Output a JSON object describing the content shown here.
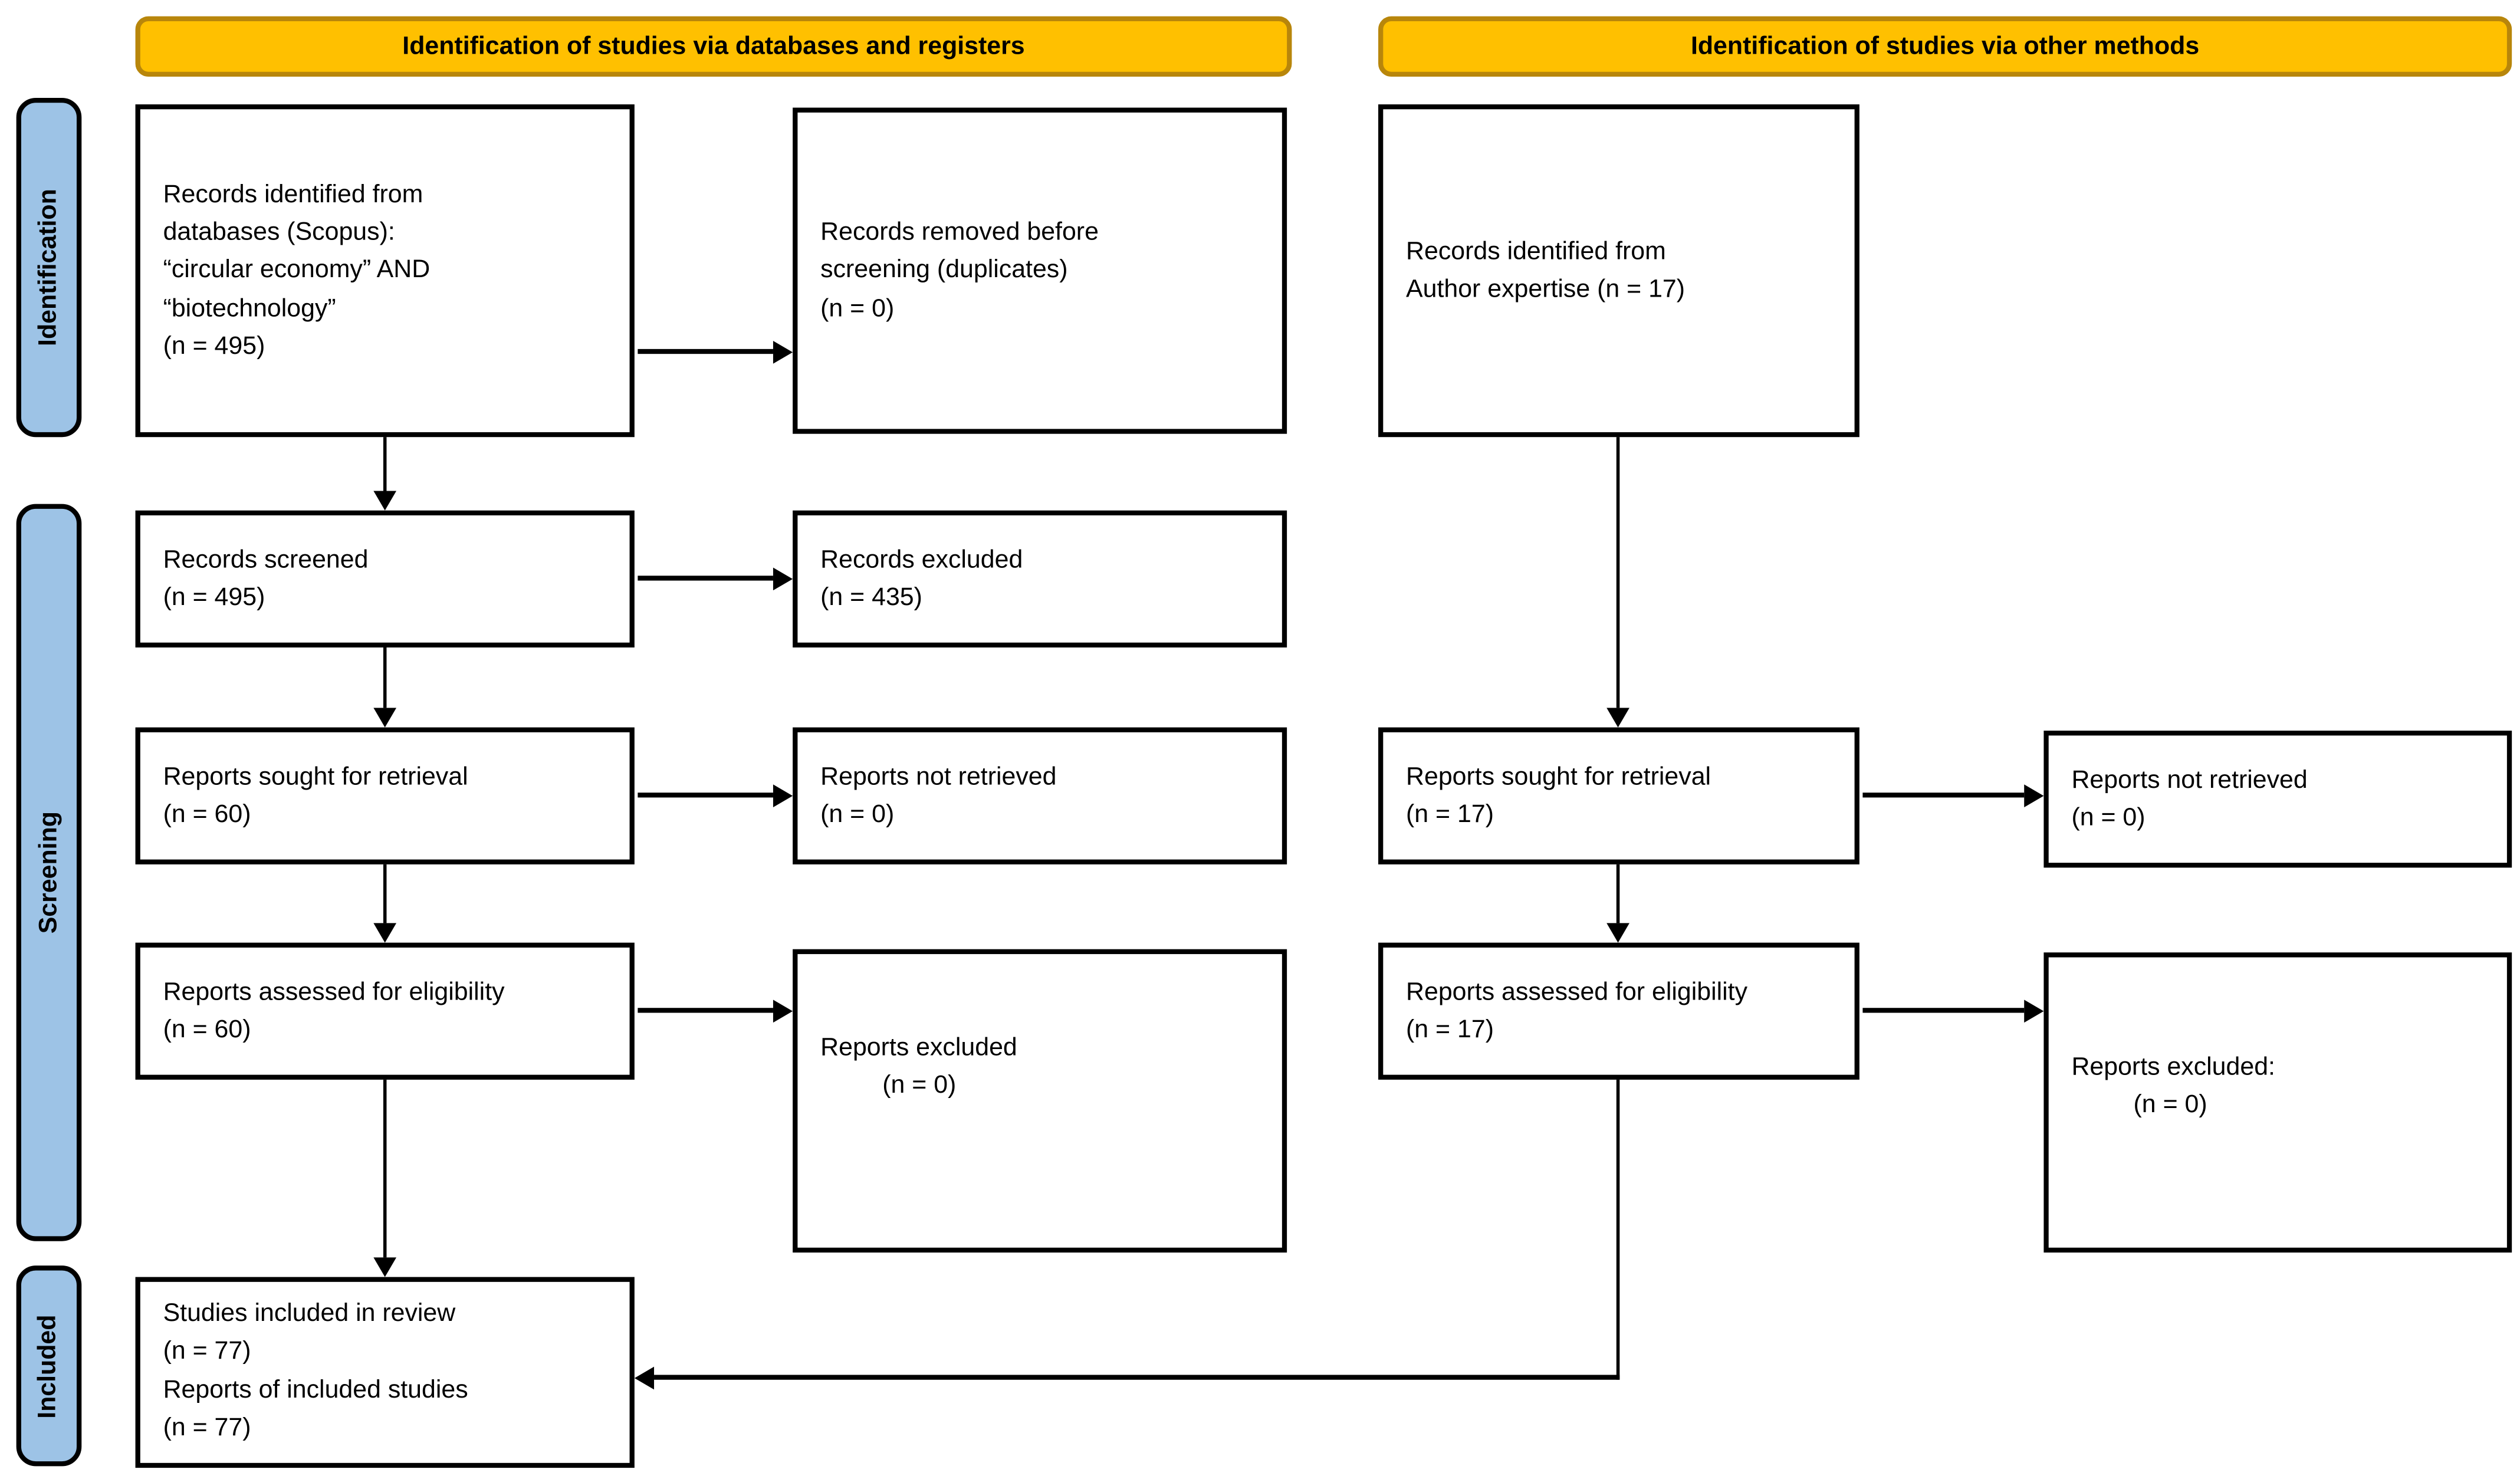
{
  "colors": {
    "banner_fill": "#FFC000",
    "banner_border": "#B8860B",
    "stage_label_fill": "#9DC3E6",
    "box_border": "#000000",
    "line_color": "#000000"
  },
  "banners": {
    "databases": "Identification of studies via databases and registers",
    "other_methods": "Identification of studies via other methods"
  },
  "stages": {
    "identification": "Identification",
    "screening": "Screening",
    "included": "Included"
  },
  "boxes": {
    "db_identified": {
      "lines": [
        "Records identified from",
        "databases (Scopus):",
        "“circular economy” AND",
        "“biotechnology”",
        "(n = 495)"
      ]
    },
    "db_removed": {
      "lines": [
        "Records removed before",
        "screening (duplicates)",
        "(n = 0)"
      ]
    },
    "other_identified": {
      "lines": [
        "Records identified from",
        "Author expertise (n = 17)"
      ]
    },
    "db_screened": {
      "lines": [
        "Records screened",
        "(n = 495)"
      ]
    },
    "db_excluded": {
      "lines": [
        "Records excluded",
        "(n = 435)"
      ]
    },
    "db_sought": {
      "lines": [
        "Reports sought for retrieval",
        "(n = 60)"
      ]
    },
    "db_not_retrieved": {
      "lines": [
        "Reports not retrieved",
        "(n = 0)"
      ]
    },
    "other_sought": {
      "lines": [
        "Reports sought for retrieval",
        "(n = 17)"
      ]
    },
    "other_not_retrieved": {
      "lines": [
        "Reports not retrieved",
        "(n = 0)"
      ]
    },
    "db_assessed": {
      "lines": [
        "Reports assessed for eligibility",
        "(n = 60)"
      ]
    },
    "db_reports_excluded": {
      "lines": [
        "Reports excluded",
        "(n = 0)"
      ]
    },
    "other_assessed": {
      "lines": [
        "Reports assessed for eligibility",
        "(n = 17)"
      ]
    },
    "other_reports_excluded": {
      "lines": [
        "Reports excluded:",
        "(n = 0)"
      ]
    },
    "included_studies": {
      "lines": [
        "Studies included in review",
        "(n = 77)",
        "Reports of included studies",
        "(n = 77)"
      ]
    }
  }
}
